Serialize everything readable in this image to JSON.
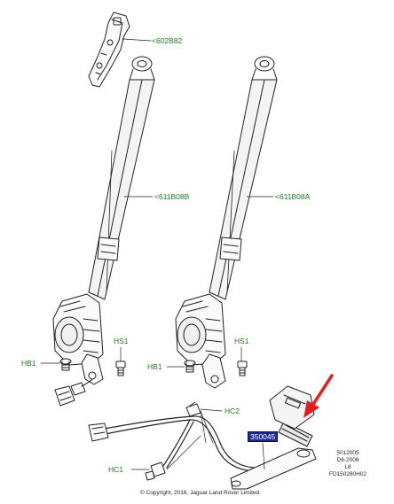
{
  "callouts": {
    "part_602B82": "<602B82",
    "part_611B08B": "<611B08B",
    "part_611B08A": "<611B08A",
    "hs1_left": "HS1",
    "hs1_right": "HS1",
    "hb1_left": "HB1",
    "hb1_right": "HB1",
    "hc2": "HC2",
    "hc1": "HC1",
    "highlighted_part": "350045"
  },
  "reference": {
    "line1": "5012005",
    "line2": "D6-2008",
    "line3": "L8",
    "line4": "FD150280H02"
  },
  "copyright": "© Copyright, 2016, Jaguar Land Rover Limited.",
  "colors": {
    "callout_text": "#1f7a1f",
    "highlight_bg": "#1c2a8c",
    "arrow": "#e02020",
    "line_art": "#222222"
  }
}
